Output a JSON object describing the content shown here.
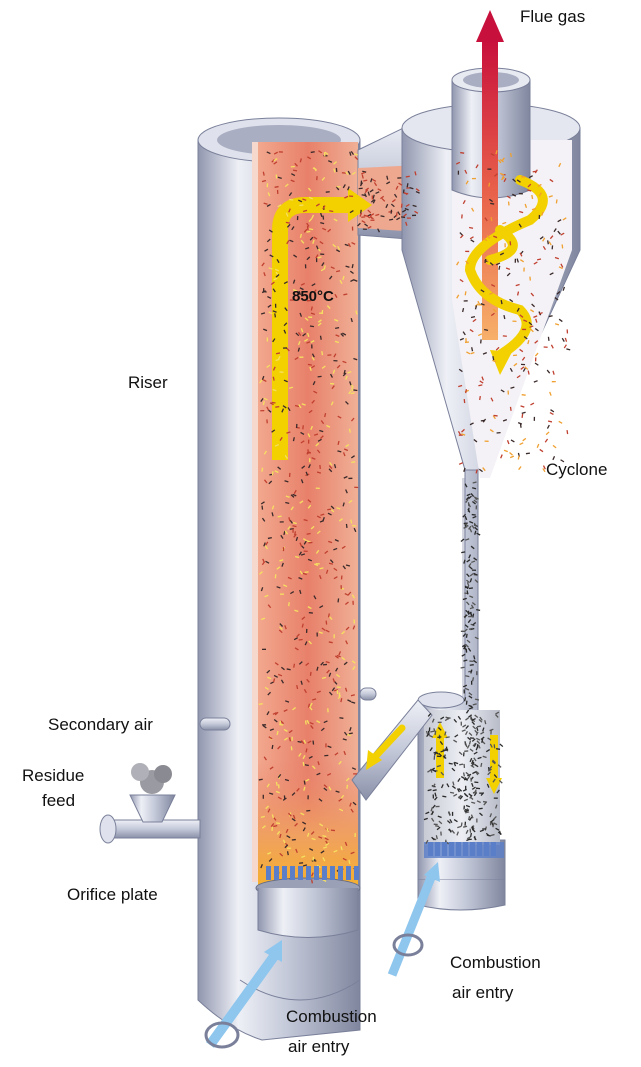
{
  "labels": {
    "flue_gas": "Flue gas",
    "riser": "Riser",
    "cyclone": "Cyclone",
    "secondary_air": "Secondary air",
    "residue_feed_line1": "Residue",
    "residue_feed_line2": "feed",
    "orifice_plate": "Orifice plate",
    "combustion_air_right_line1": "Combustion",
    "combustion_air_right_line2": "air entry",
    "combustion_air_bottom_line1": "Combustion",
    "combustion_air_bottom_line2": "air entry",
    "temperature": "850°C"
  },
  "colors": {
    "steel_light": "#eef0f6",
    "steel_mid": "#c4c9d9",
    "steel_dark": "#8a90a8",
    "hot_bed": "#e8806a",
    "hot_bed_light": "#f6c0a6",
    "flow_arrow": "#f3d000",
    "flue_arrow": "#c8103c",
    "air_arrow": "#8ec6ee",
    "nozzle": "#5a7ec8"
  }
}
